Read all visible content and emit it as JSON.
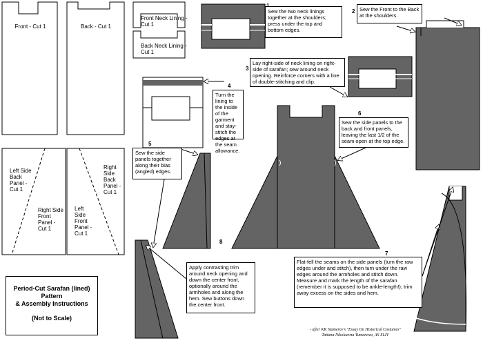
{
  "pieces": {
    "front": "Front - Cut 1",
    "back": "Back - Cut 1",
    "front_neck_lining": "Front Neck Lining - Cut 1",
    "back_neck_lining": "Back Neck Lining - Cut 1",
    "left_side_back": "Left Side Back Panel - Cut 1",
    "right_side_front": "Right Side Front Panel - Cut 1",
    "right_side_back": "Right Side Back Panel - Cut 1",
    "left_side_front": "Left Side Front Panel - Cut 1"
  },
  "steps": [
    {
      "num": "1",
      "text": "Sew the two neck linings together at the shoulders; press under the top and bottom edges."
    },
    {
      "num": "2",
      "text": "Sew the Front to the Back at the shoulders."
    },
    {
      "num": "3",
      "text": "Lay right-side of neck lining on right-side of sarafan; sew around neck opening. Reinforce corners with a line of double-stitching and clip."
    },
    {
      "num": "4",
      "text": "Turn the lining to the inside of the garment and stay-stitch the edges at the seam allowance."
    },
    {
      "num": "5",
      "text": "Sew the side panels together along their bias (angled) edges."
    },
    {
      "num": "6",
      "text": "Sew the side panels to the back and front panels, leaving the last 1/2 of the seam open at the top edge."
    },
    {
      "num": "7",
      "text": "Flat-fell the seams on the side panels (turn the raw edges under and stitch), then turn under the raw edges around the armholes and stitch down. Measure and mark the length of the sarafan (remember it is supposed to be ankle-length!); trim away excess on the sides and hem."
    },
    {
      "num": "8",
      "text": "Apply contrasting trim around neck opening and down the center front, optionally around the armholes and along the hem. Sew buttons down the center front."
    }
  ],
  "title": {
    "line1": "Period-Cut Sarafan (lined) Pattern",
    "line2": "& Assembly Instructions",
    "line3": "(Not to Scale)"
  },
  "credit": {
    "line1": "- after KK Stamerov's \"Essay On Historical Costumes\"",
    "line2": "Tatiana Nikolaevna Tumanova, AS XLIV"
  },
  "colors": {
    "fill": "#646464",
    "stroke": "#000000",
    "paper": "#ffffff"
  }
}
